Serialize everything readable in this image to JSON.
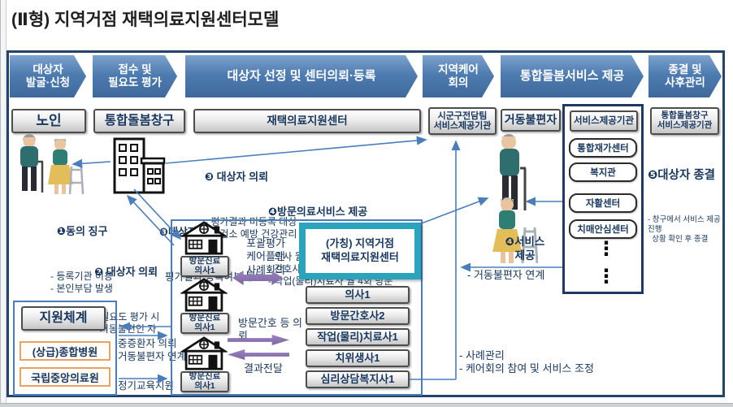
{
  "title": "(Ⅱ형) 지역거점 재택의료지원센터모델",
  "colors": {
    "flow_arrow_blue": "#4e7cb0",
    "navy_text": "#17365d",
    "panel_border": "#1f3864",
    "connector_blue": "#4a7ebb",
    "purple_arrow": "#7c64a5",
    "teal_box": "#2ba3bd",
    "orange_border": "#e8a35f"
  },
  "flow": [
    "대상자\n발굴·신청",
    "접수 및\n필요도 평가",
    "대상자 선정 및 센터의뢰·등록",
    "지역케어\n회의",
    "통합돌봄서비스 제공",
    "종결 및\n사후관리"
  ],
  "headers": {
    "noin": "노인",
    "changgu": "통합돌봄창구",
    "center": "재택의료지원센터",
    "sigungu": "시군구전담팀\n서비스제공기관",
    "geodong": "거동불편자",
    "service_org": "서비스제공기관",
    "changgu_service": "통합돌봄창구\n서비스제공기관"
  },
  "notes": {
    "n1_head": "❶동의 징구",
    "n1_body": "- 등록기관 이용\n- 본인부담 발생",
    "n2_head": "❷ 대상자 의뢰",
    "n2_body": "- 필요도 평가 시\n  거동불편인 자",
    "n3a_head": "❸ 대상자 의뢰",
    "n3a_body": "- 평가결과 미등록 대상\n- 보건소 예방 건강관리",
    "n3b_head": "❸대상자 등록",
    "n3b_body": "평가결과 등록여부 통보",
    "n4a_head": "❹방문의료서비스 제공",
    "n4a_body": "- 의사 월 1회 방문\n- 간호사 월 2회 방문\n- 작업(물리)치료사 월 4회 방문",
    "n4b": "❹서비스\n제공",
    "n5_head": "❺대상자 종결",
    "n5_body": "- 창구에서 서비스 제공 진행\n  상황 확인 후 종결",
    "link_geodong": "- 거동불편자 연계",
    "case_mgmt": "- 사례관리\n- 케어회의 참여 및 서비스 조정",
    "severe": "중증환자 의뢰\n거동불편자 연계",
    "edu": "정기교육지원"
  },
  "center_box": {
    "assessment": "포괄평가\n케어플랜\n사례회의",
    "visit_request": "방문간호 등 의뢰",
    "result": "결과전달",
    "center_name": "(가칭) 지역거점\n재택의료지원센터",
    "doctor_label": "방문진료\n의사1",
    "staff": [
      "의사1",
      "방문간호사2",
      "작업(물리)치료사1",
      "치위생사1",
      "심리상담복지사1"
    ]
  },
  "right_panel": {
    "items": [
      "통합재가센터",
      "복지관",
      "자활센터",
      "치매안심센터"
    ],
    "dots": "⋮"
  },
  "support": {
    "head": "지원체계",
    "hospitals": [
      "(상급)종합병원",
      "국립중앙의료원"
    ]
  }
}
